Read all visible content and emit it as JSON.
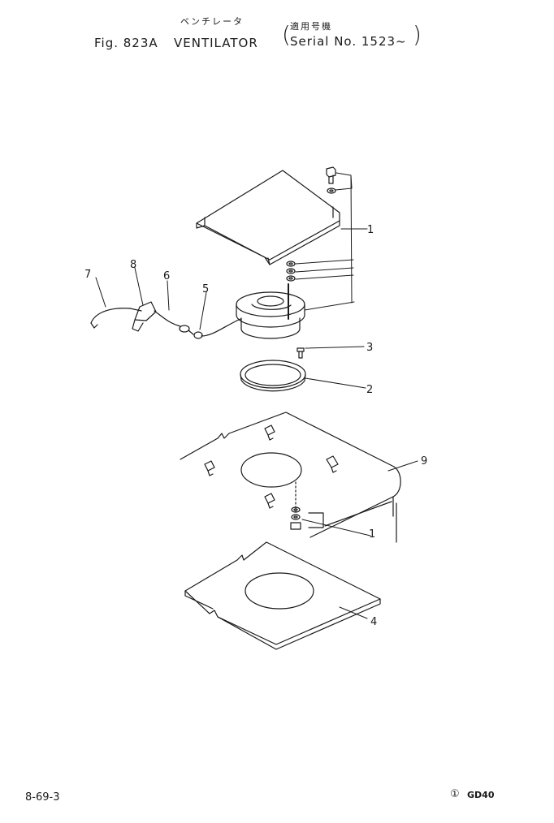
{
  "header": {
    "name_jp": "ベンチレータ",
    "applicable_jp": "適用号機",
    "fig_label": "Fig. 823A",
    "title": "VENTILATOR",
    "serial": "Serial No. 1523~"
  },
  "callouts": [
    {
      "id": "c1a",
      "label": "1"
    },
    {
      "id": "c7",
      "label": "7"
    },
    {
      "id": "c8",
      "label": "8"
    },
    {
      "id": "c6",
      "label": "6"
    },
    {
      "id": "c5",
      "label": "5"
    },
    {
      "id": "c3",
      "label": "3"
    },
    {
      "id": "c2",
      "label": "2"
    },
    {
      "id": "c9",
      "label": "9"
    },
    {
      "id": "c1b",
      "label": "1"
    },
    {
      "id": "c4",
      "label": "4"
    }
  ],
  "footer": {
    "page_ref": "8-69-3",
    "model_mark": "①",
    "model": "GD40"
  }
}
